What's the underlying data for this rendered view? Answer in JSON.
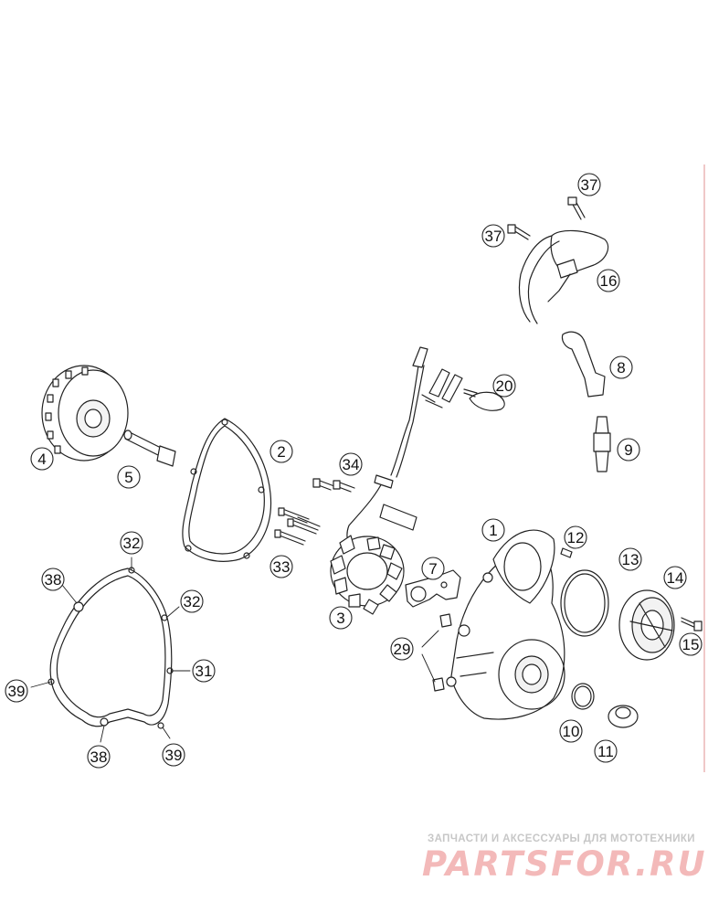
{
  "diagram": {
    "callouts": [
      {
        "id": "c1",
        "label": "1"
      },
      {
        "id": "c2",
        "label": "2"
      },
      {
        "id": "c3",
        "label": "3"
      },
      {
        "id": "c4",
        "label": "4"
      },
      {
        "id": "c5",
        "label": "5"
      },
      {
        "id": "c7",
        "label": "7"
      },
      {
        "id": "c8",
        "label": "8"
      },
      {
        "id": "c9",
        "label": "9"
      },
      {
        "id": "c10",
        "label": "10"
      },
      {
        "id": "c11",
        "label": "11"
      },
      {
        "id": "c12",
        "label": "12"
      },
      {
        "id": "c13",
        "label": "13"
      },
      {
        "id": "c14",
        "label": "14"
      },
      {
        "id": "c15",
        "label": "15"
      },
      {
        "id": "c16",
        "label": "16"
      },
      {
        "id": "c20",
        "label": "20"
      },
      {
        "id": "c29",
        "label": "29"
      },
      {
        "id": "c31",
        "label": "31"
      },
      {
        "id": "c32a",
        "label": "32"
      },
      {
        "id": "c32b",
        "label": "32"
      },
      {
        "id": "c33",
        "label": "33"
      },
      {
        "id": "c34",
        "label": "34"
      },
      {
        "id": "c37a",
        "label": "37"
      },
      {
        "id": "c37b",
        "label": "37"
      },
      {
        "id": "c38a",
        "label": "38"
      },
      {
        "id": "c38b",
        "label": "38"
      },
      {
        "id": "c39a",
        "label": "39"
      },
      {
        "id": "c39b",
        "label": "39"
      }
    ]
  },
  "watermark": {
    "tagline": "ЗАПЧАСТИ И АКСЕССУАРЫ ДЛЯ МОТОТЕХНИКИ",
    "logo": "PARTSFOR.RU"
  }
}
